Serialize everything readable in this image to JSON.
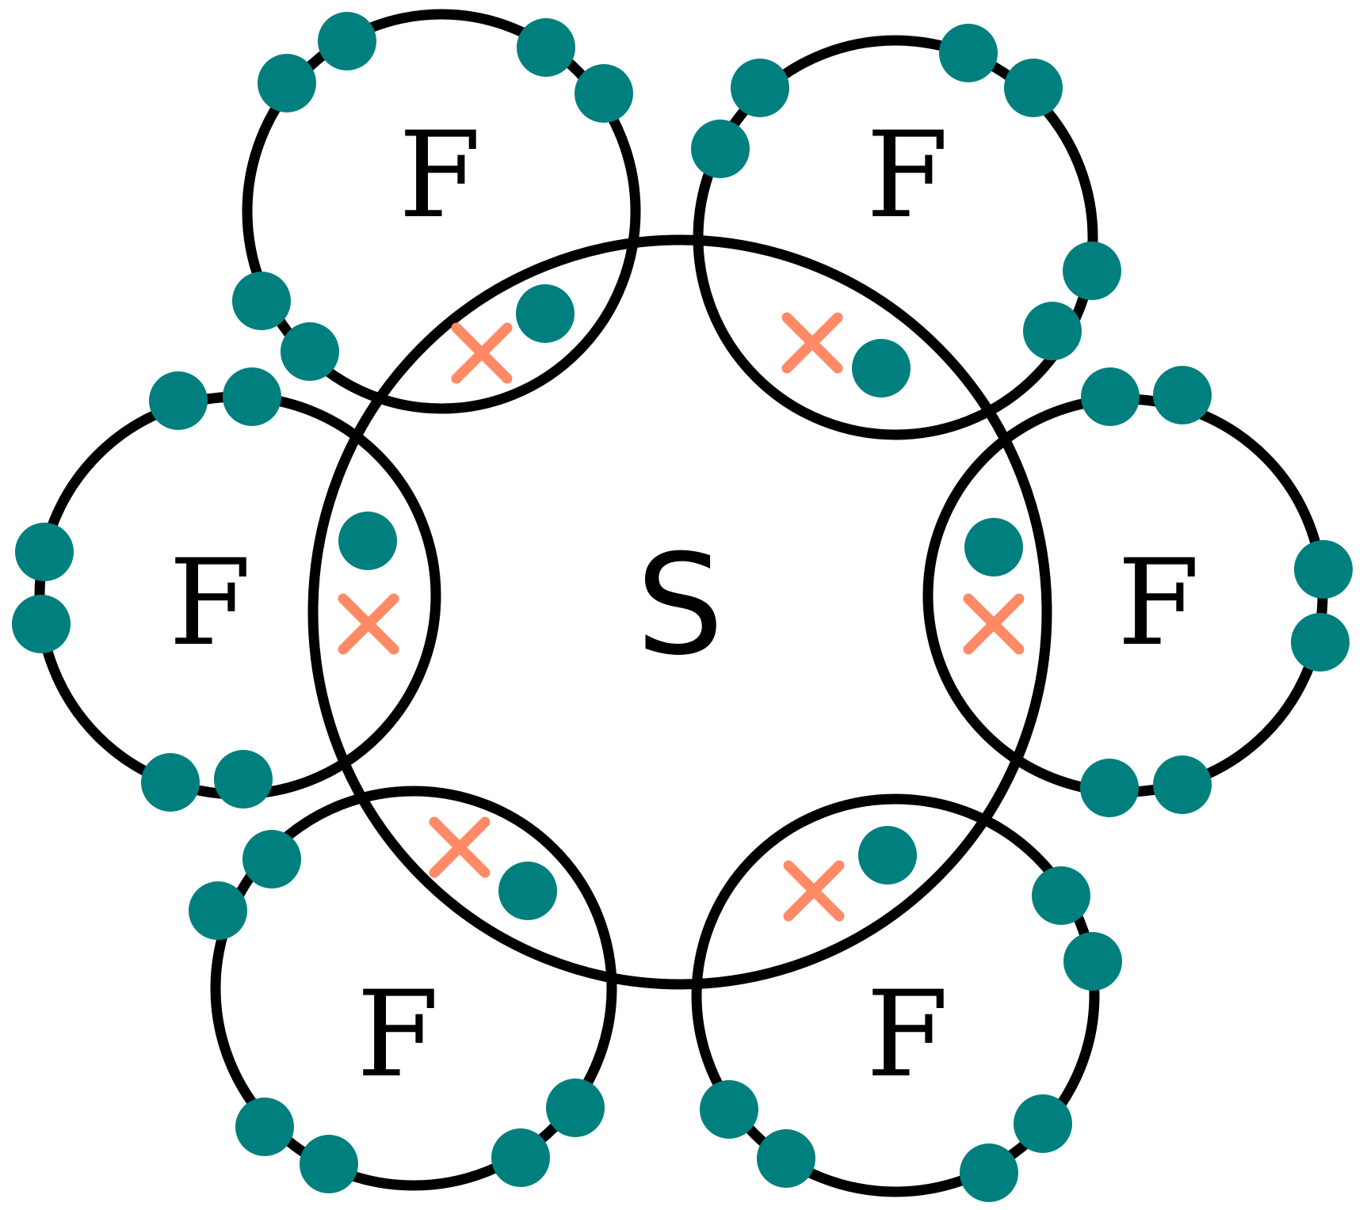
{
  "central_atom": {
    "symbol": "S"
  },
  "outer_atoms": [
    {
      "symbol": "F"
    },
    {
      "symbol": "F"
    },
    {
      "symbol": "F"
    },
    {
      "symbol": "F"
    },
    {
      "symbol": "F"
    },
    {
      "symbol": "F"
    }
  ],
  "colors": {
    "shell_stroke": "#000000",
    "fluorine_electron": "#007f7f",
    "sulfur_electron_cross": "#ff8a65"
  },
  "electron_counts": {
    "per_fluorine_nonbonding": 6,
    "per_bond_shared_pair": 2
  }
}
